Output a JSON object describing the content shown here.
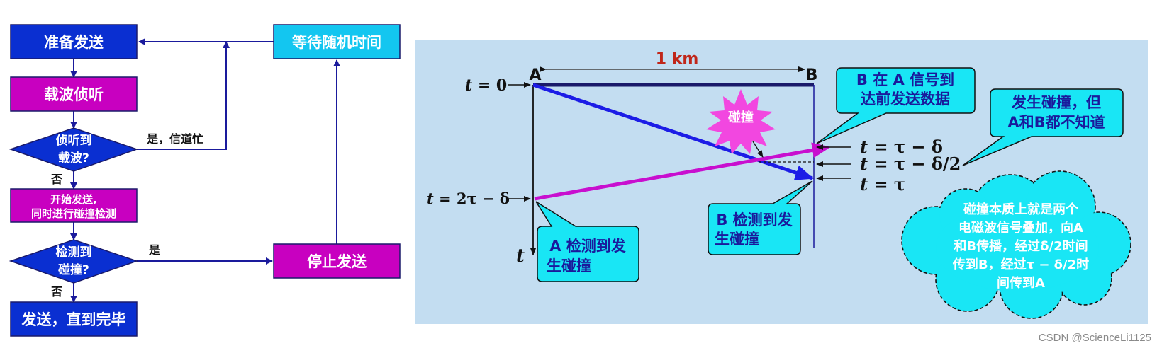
{
  "flowchart": {
    "prepare_send": "准备发送",
    "carrier_sense": "载波侦听",
    "diamond_carrier": [
      "侦听到",
      "载波?"
    ],
    "busy_label": "是，信道忙",
    "no_label_1": "否",
    "start_send": [
      "开始发送,",
      "同时进行碰撞检测"
    ],
    "diamond_collision": [
      "检测到",
      "碰撞?"
    ],
    "yes_label": "是",
    "no_label_2": "否",
    "send_done": "发送，直到完毕",
    "wait_random": "等待随机时间",
    "stop_send": "停止发送"
  },
  "timing": {
    "distance": "1 km",
    "node_a": "A",
    "node_b": "B",
    "t0_italic": "t",
    "t0_rest": " = 0",
    "t2_italic": "t",
    "t2_rest": " = 2τ − δ",
    "t_axis": "t",
    "tb1_italic": "t",
    "tb1_rest": " = τ − δ",
    "tb2_italic": "t",
    "tb2_rest": " = τ − δ/2",
    "tb3_italic": "t",
    "tb3_rest": " = τ",
    "collision_star": "碰撞",
    "callout_b_before": [
      "B 在 A 信号到",
      "达前发送数据"
    ],
    "callout_unknown": [
      "发生碰撞，但",
      "A和B都不知道"
    ],
    "callout_b_detect": [
      "B 检测到发",
      "生碰撞"
    ],
    "callout_a_detect": [
      "A 检测到发",
      "生碰撞"
    ],
    "cloud_text": [
      "碰撞本质上就是两个",
      "电磁波信号叠加，向A",
      "和B传播，经过δ/2时间",
      "传到B，经过τ − δ/2时",
      "间传到A"
    ]
  },
  "watermark": "CSDN @ScienceLi1125",
  "colors": {
    "box_blue": "#0a2fd1",
    "box_magenta": "#c800c0",
    "box_cyan": "#13c6f0",
    "panel_bg": "#c3ddf1",
    "callout_cyan": "#19e6f5",
    "arrow_blue": "#1c1ce6",
    "arrow_magenta": "#c80fcf",
    "line_navy": "#1a1a9c",
    "distance_red": "#c0261a",
    "star_magenta": "#f247e0"
  }
}
